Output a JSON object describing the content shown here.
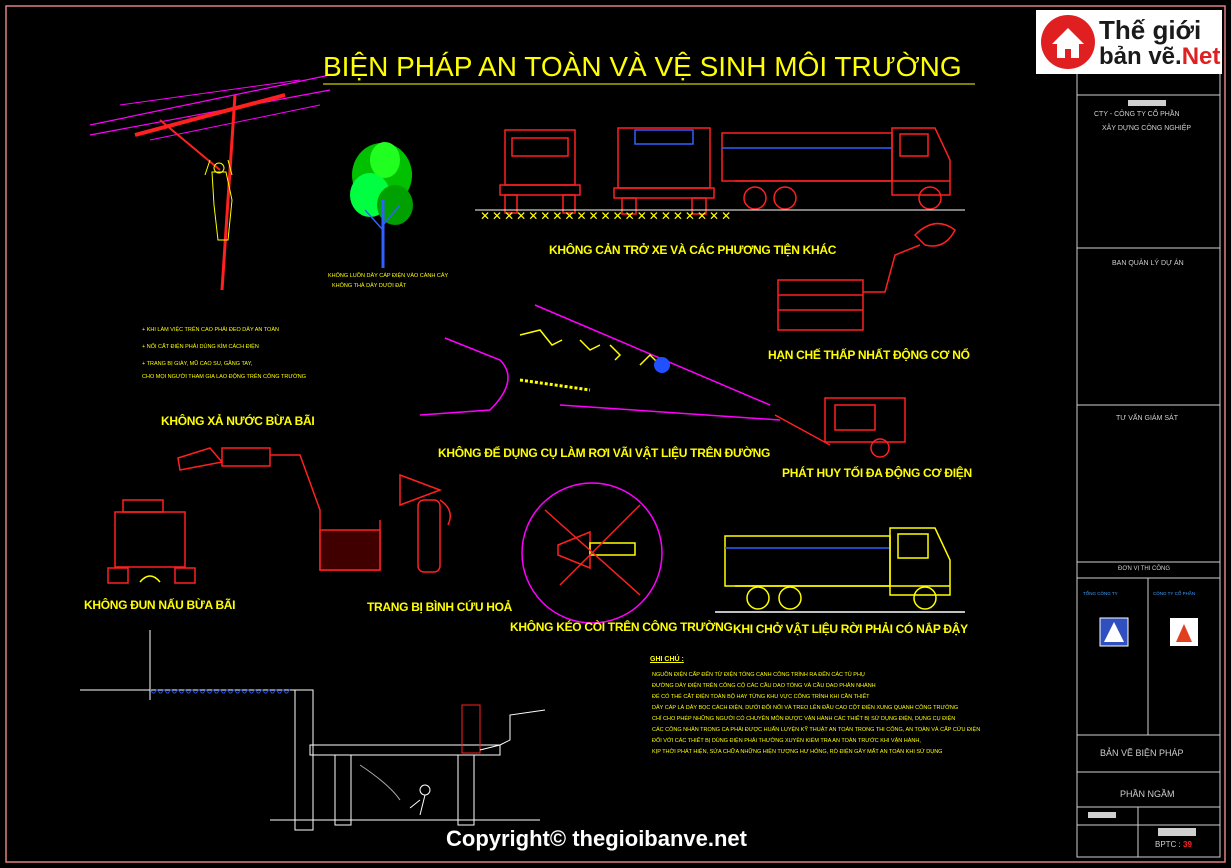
{
  "title": "BIỆN PHÁP AN TOÀN VÀ VỆ SINH MÔI TRƯỜNG",
  "logo": {
    "line1": "Thế giới",
    "line2_prefix": "bản vẽ.",
    "line2_suffix": "Net"
  },
  "labels": {
    "tree_note_1": "KHÔNG LUỒN DÂY CÁP ĐIỆN VÀO CÀNH CÂY",
    "tree_note_2": "KHÔNG THẢ DÂY DƯỚI ĐẤT",
    "vehicles": "KHÔNG CẢN TRỞ XE VÀ CÁC PHƯƠNG TIỆN KHÁC",
    "engine_noise": "HẠN CHẾ THẤP NHẤT ĐỘNG CƠ NỔ",
    "electric_engine": "PHÁT HUY TỐI ĐA ĐỘNG CƠ ĐIỆN",
    "water": "KHÔNG XẢ NƯỚC BỪA BÃI",
    "road_materials": "KHÔNG ĐỂ DỤNG CỤ LÀM RƠI VÃI VẬT LIỆU TRÊN ĐƯỜNG",
    "cooking": "KHÔNG ĐUN NẤU BỪA BÃI",
    "extinguisher": "TRANG BỊ BÌNH CỨU HOẢ",
    "horn": "KHÔNG KÉO CÒI TRÊN CÔNG TRƯỜNG",
    "cover": "KHI CHỞ VẬT LIỆU RỜI PHẢI CÓ NẮP ĐẬY"
  },
  "safety_notes": [
    "+ KHI LÀM VIỆC TRÊN CAO PHẢI ĐEO DÂY AN TOÀN",
    "+ NỐI CẮT ĐIỆN PHẢI DÙNG KÌM CÁCH ĐIỆN",
    "+ TRANG BỊ GIÀY, MŨ CAO SU, GĂNG TAY,",
    "CHO MỌI NGƯỜI THAM GIA LAO ĐỘNG TRÊN CÔNG TRƯỜNG"
  ],
  "notes_heading": "GHI CHÚ :",
  "notes": [
    "NGUỒN ĐIỆN CẤP ĐẾN TỪ ĐIỆN TỔNG CẠNH CÔNG TRÌNH RA ĐẾN CÁC TỦ PHỤ",
    "ĐƯỜNG DÂY ĐIỆN TRÊN CÔNG CỘ CÁC CẦU DAO TỔNG VÀ CẦU DAO PHÂN NHÁNH",
    "ĐỂ CÓ THỂ CẮT ĐIỆN TOÀN BỘ HAY TỪNG KHU VỰC CÔNG TRÌNH KHI CẦN THIẾT",
    "DÂY CÁP LÀ DÂY BỌC CÁCH ĐIỆN, DƯỚI ĐỐI NỐI VÀ TREO LÊN ĐẦU CAO CỘT ĐIỆN XUNG QUANH CÔNG TRƯỜNG",
    "CHỈ CHO PHÉP NHỮNG NGƯỜI CÓ CHUYÊN MÔN ĐƯỢC VẬN HÀNH CÁC THIẾT BỊ SỬ DỤNG ĐIỆN, DỤNG CỤ ĐIỆN",
    "CÁC CÔNG NHÂN TRONG CA PHẢI ĐƯỢC HUẤN LUYỆN KỸ THUẬT AN TOÀN TRONG THI CÔNG, AN TOÀN VÀ CẤP CỨU ĐIỆN",
    "ĐỐI VỚI CÁC THIẾT BỊ DÙNG ĐIỆN PHẢI THƯỜNG XUYÊN KIỂM TRA AN TOÀN TRƯỚC KHI VẬN HÀNH,",
    "KỊP THỜI PHÁT HIỆN, SỬA CHỮA NHỮNG HIỆN TƯỢNG HƯ HỎNG, RÒ ĐIỆN GÂY MẤT AN TOÀN KHI SỬ DỤNG"
  ],
  "title_block": {
    "company_1": "CTY - CÔNG TY CỔ PHẦN",
    "company_2": "XÂY DỰNG CÔNG NGHIỆP",
    "owner": "BAN QUẢN LÝ DỰ ÁN",
    "consultant": "TƯ VẤN GIÁM SÁT",
    "contractor": "ĐƠN VỊ THI CÔNG",
    "drawing_title": "BẢN VẼ BIỆN PHÁP",
    "part": "PHẦN NGẦM",
    "sheet_prefix": "BPTC :",
    "sheet_no": "39"
  },
  "copyright": "Copyright© thegioibanve.net",
  "colors": {
    "cad_yellow": "#ffff00",
    "cad_red": "#ff2020",
    "cad_magenta": "#ff00ff",
    "cad_blue": "#3060ff",
    "tree_green": "#00ff00",
    "border_pink": "#e08080"
  }
}
